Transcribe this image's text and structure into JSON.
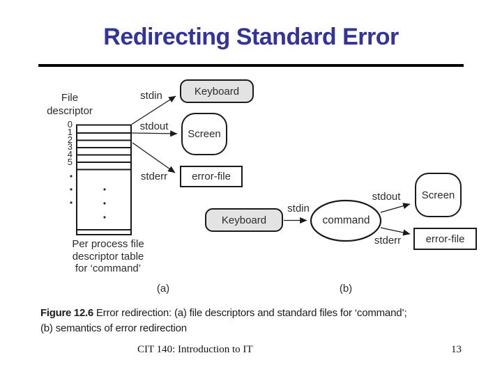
{
  "slide": {
    "title": "Redirecting Standard Error",
    "title_color": "#333399",
    "underline_color": "#000000",
    "footer_text": "CIT 140: Introduction to IT",
    "page_number": "13"
  },
  "figure": {
    "colors": {
      "node_fill": "#e3e3e3",
      "line": "#1a1a1a"
    },
    "caption": {
      "label": "Figure 12.6",
      "line1": "Error redirection: (a) file descriptors and standard files for ‘command’;",
      "line2": "(b) semantics of error redirection"
    },
    "part_a": {
      "tag": "(a)",
      "fd_label_line1": "File",
      "fd_label_line2": "descriptor",
      "fd_numbers": [
        "0",
        "1",
        "2",
        "3",
        "4",
        "5"
      ],
      "streams": {
        "stdin": "stdin",
        "stdout": "stdout",
        "stderr": "stderr"
      },
      "nodes": {
        "keyboard": "Keyboard",
        "screen": "Screen",
        "error_file": "error-file"
      },
      "note_line1": "Per process file",
      "note_line2": "descriptor table",
      "note_line3": "for ‘command’"
    },
    "part_b": {
      "tag": "(b)",
      "process": "command",
      "streams": {
        "stdin": "stdin",
        "stdout": "stdout",
        "stderr": "stderr"
      },
      "nodes": {
        "keyboard": "Keyboard",
        "screen": "Screen",
        "error_file": "error-file"
      }
    }
  }
}
